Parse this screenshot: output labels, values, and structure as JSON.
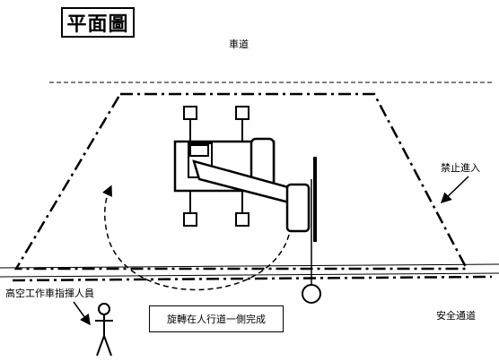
{
  "title": "平面圖",
  "labels": {
    "road": "車道",
    "no_entry": "禁止進入",
    "safe_path": "安全通道",
    "director": "高空工作車指揮人員",
    "rotate_note": "旋轉在人行道一側完成"
  },
  "icons": {
    "vehicle": "aerial-work-platform-top-view",
    "person": "stick-figure-person",
    "boundary": "dash-dot-boundary-line",
    "rotation": "dashed-rotation-arrow"
  }
}
